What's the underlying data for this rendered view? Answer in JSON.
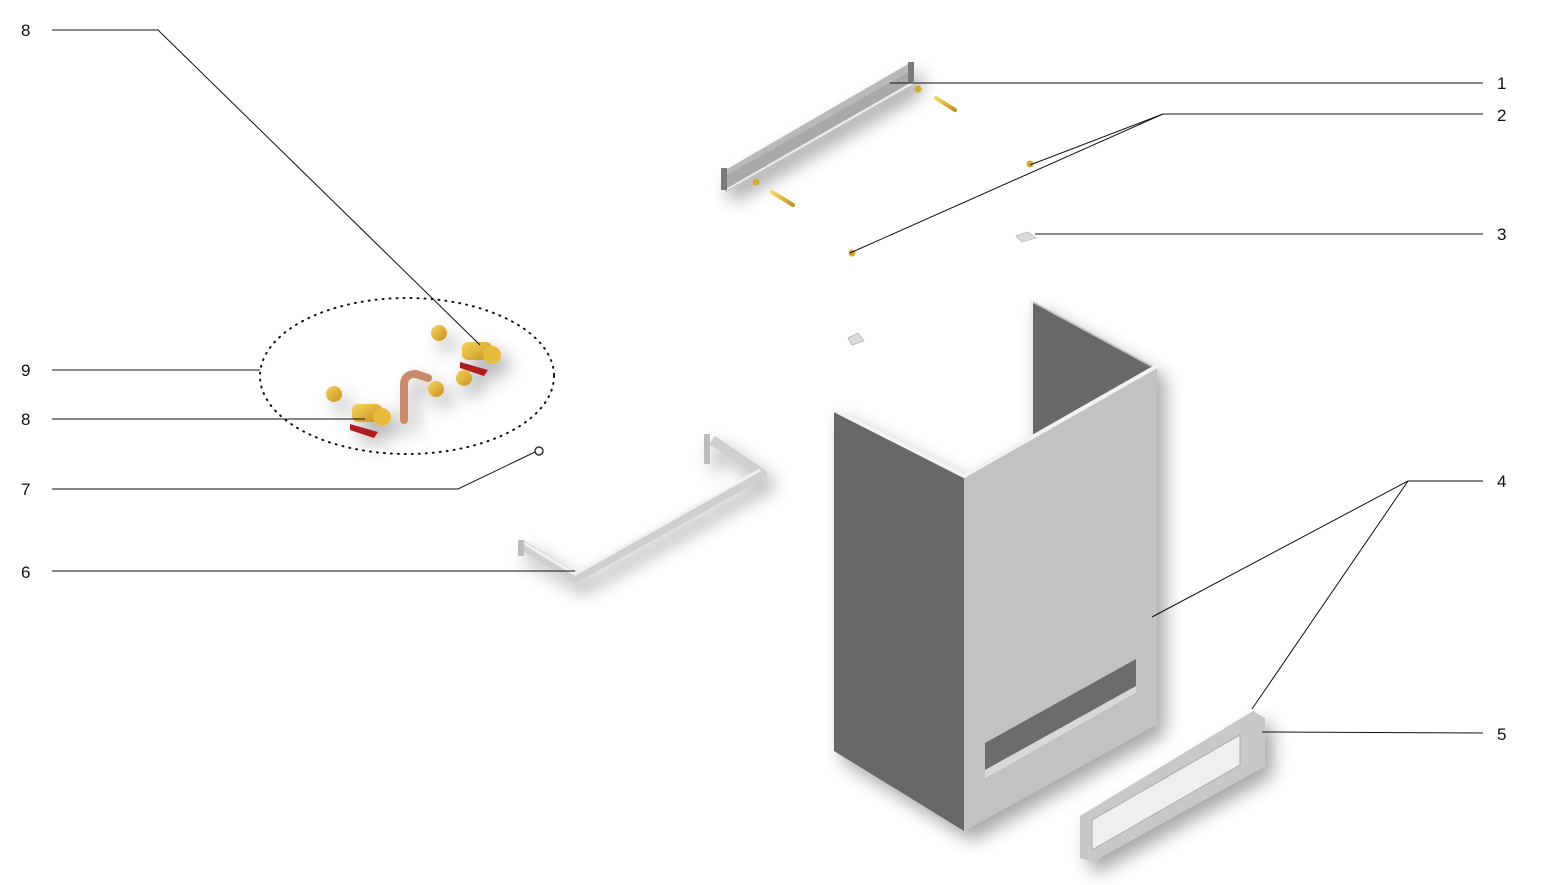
{
  "callouts": {
    "top_left_8": "8",
    "c1": "1",
    "c2": "2",
    "c3": "3",
    "c9": "9",
    "c8": "8",
    "c7": "7",
    "c4": "4",
    "c6": "6",
    "c5": "5"
  },
  "colors": {
    "casing_dark": "#676769",
    "casing_light": "#c2c2c4",
    "brass": "#e3b53a",
    "valve_handle": "#b21e1e",
    "copper": "#c98a6a"
  }
}
